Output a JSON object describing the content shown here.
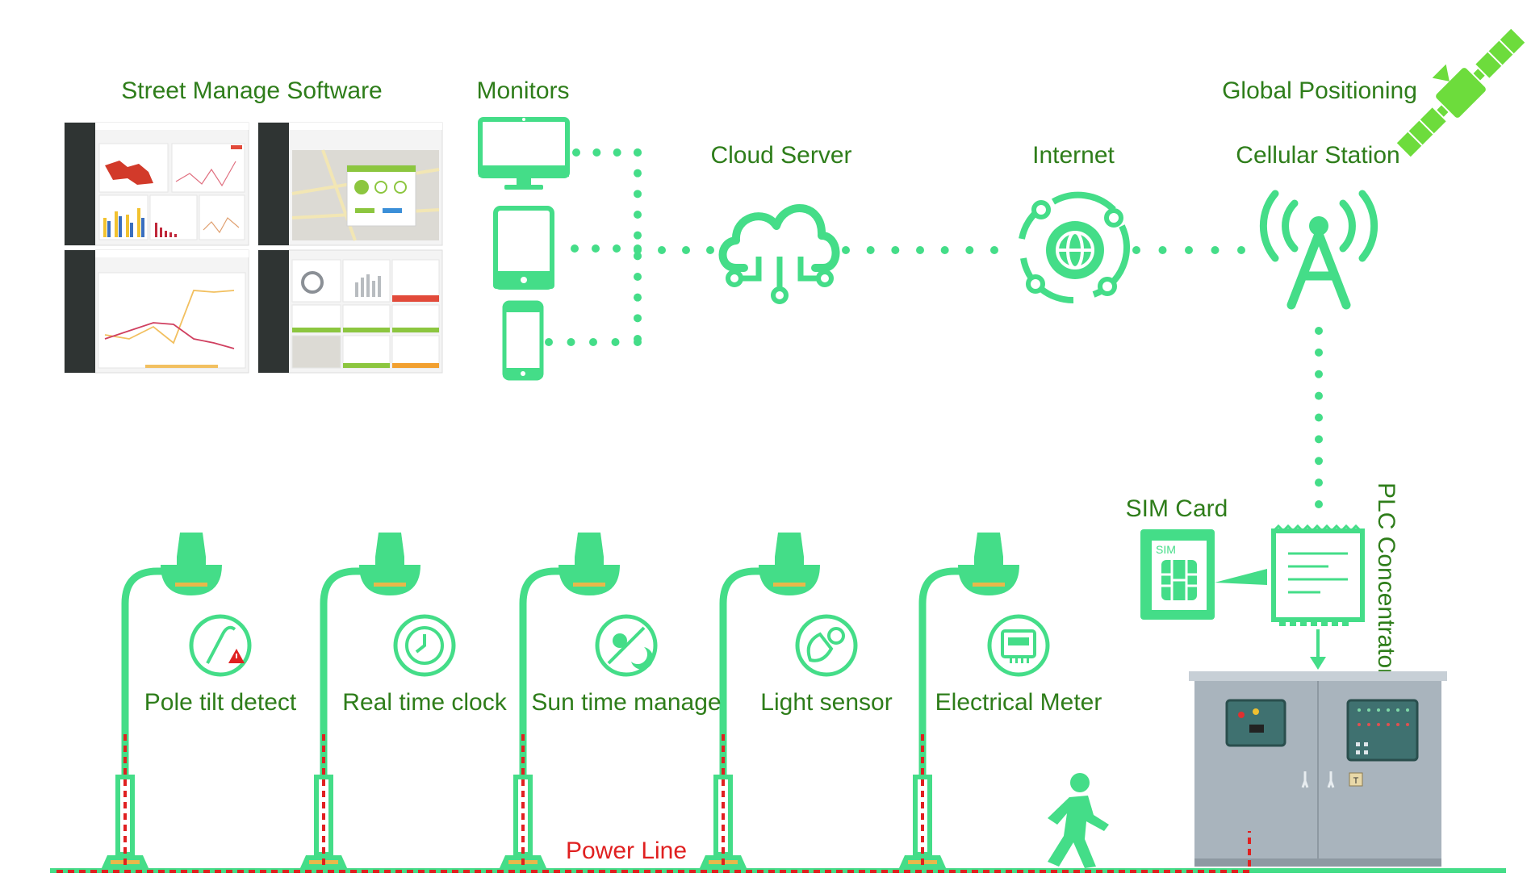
{
  "labels": {
    "software": "Street Manage Software",
    "monitors": "Monitors",
    "cloud": "Cloud Server",
    "internet": "Internet",
    "gps": "Global Positioning",
    "cellular": "Cellular Station",
    "sim": "SIM Card",
    "sim_chip": "SIM",
    "plc": "PLC Concentrator",
    "power_line": "Power Line",
    "cabinet_tag": "T"
  },
  "features": [
    {
      "label": "Pole tilt detect",
      "icon": "pole-tilt-icon"
    },
    {
      "label": "Real time clock",
      "icon": "clock-icon"
    },
    {
      "label": "Sun time manage",
      "icon": "sun-moon-icon"
    },
    {
      "label": "Light sensor",
      "icon": "light-sensor-icon"
    },
    {
      "label": "Electrical Meter",
      "icon": "electrical-meter-icon"
    }
  ],
  "colors": {
    "green": "#44dd88",
    "label_green": "#2e7d1a",
    "power_red": "#e02020",
    "cabinet_gray": "#a9b4bd",
    "screenshot_sidebar": "#2f3433"
  }
}
